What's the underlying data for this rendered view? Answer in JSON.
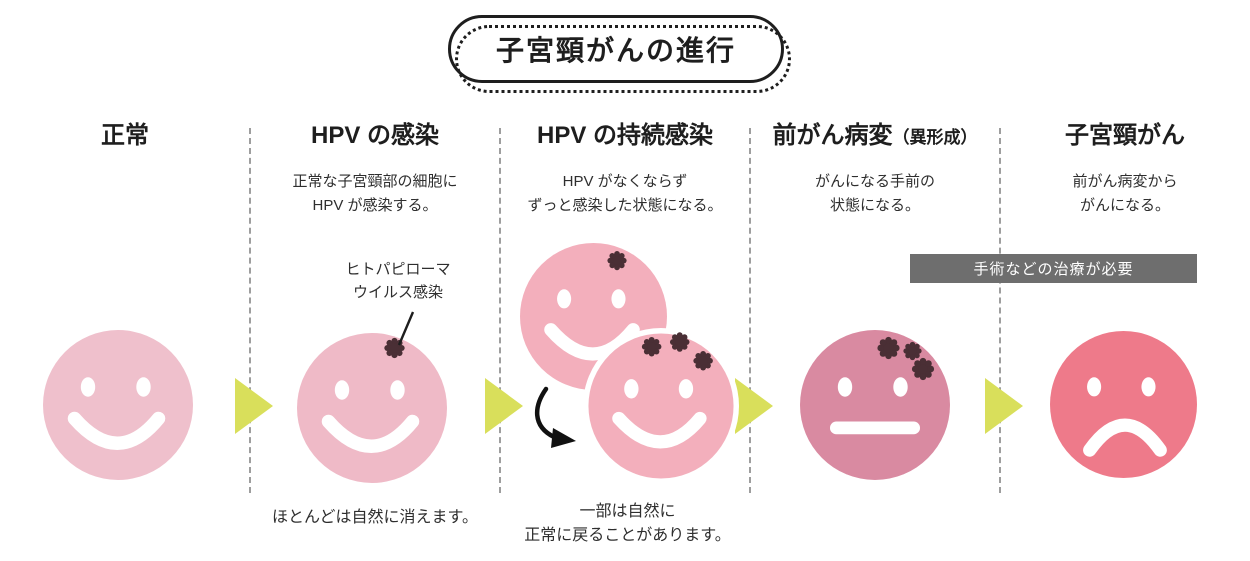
{
  "title": "子宮頸がんの進行",
  "columns": [
    {
      "header": "正常",
      "description": "",
      "caption": ""
    },
    {
      "header": "HPV の感染",
      "description": "正常な子宮頸部の細胞に\nHPV が感染する。",
      "annotation": "ヒトパピローマ\nウイルス感染",
      "caption": "ほとんどは自然に消えます。"
    },
    {
      "header": "HPV の持続感染",
      "description": "HPV がなくならず\nずっと感染した状態になる。",
      "caption": "一部は自然に\n正常に戻ることがあります。"
    },
    {
      "header": "前がん病変",
      "header_sub": "（異形成）",
      "description": "がんになる手前の\n状態になる。"
    },
    {
      "header": "子宮頸がん",
      "description": "前がん病変から\nがんになる。"
    }
  ],
  "badge": {
    "label": "手術などの治療が必要",
    "bg": "#6E6E6E",
    "fg": "#FFFFFF"
  },
  "colors": {
    "face_normal": "#EFC0CC",
    "face_infected": "#EFBAC7",
    "face_persistent": "#F3AFBC",
    "face_precancer": "#D98AA1",
    "face_cancer": "#EE7A8A",
    "virus": "#4A2F35",
    "arrow": "#D9DF5B",
    "divider": "#9E9E9E",
    "feature": "#FFFFFF"
  }
}
